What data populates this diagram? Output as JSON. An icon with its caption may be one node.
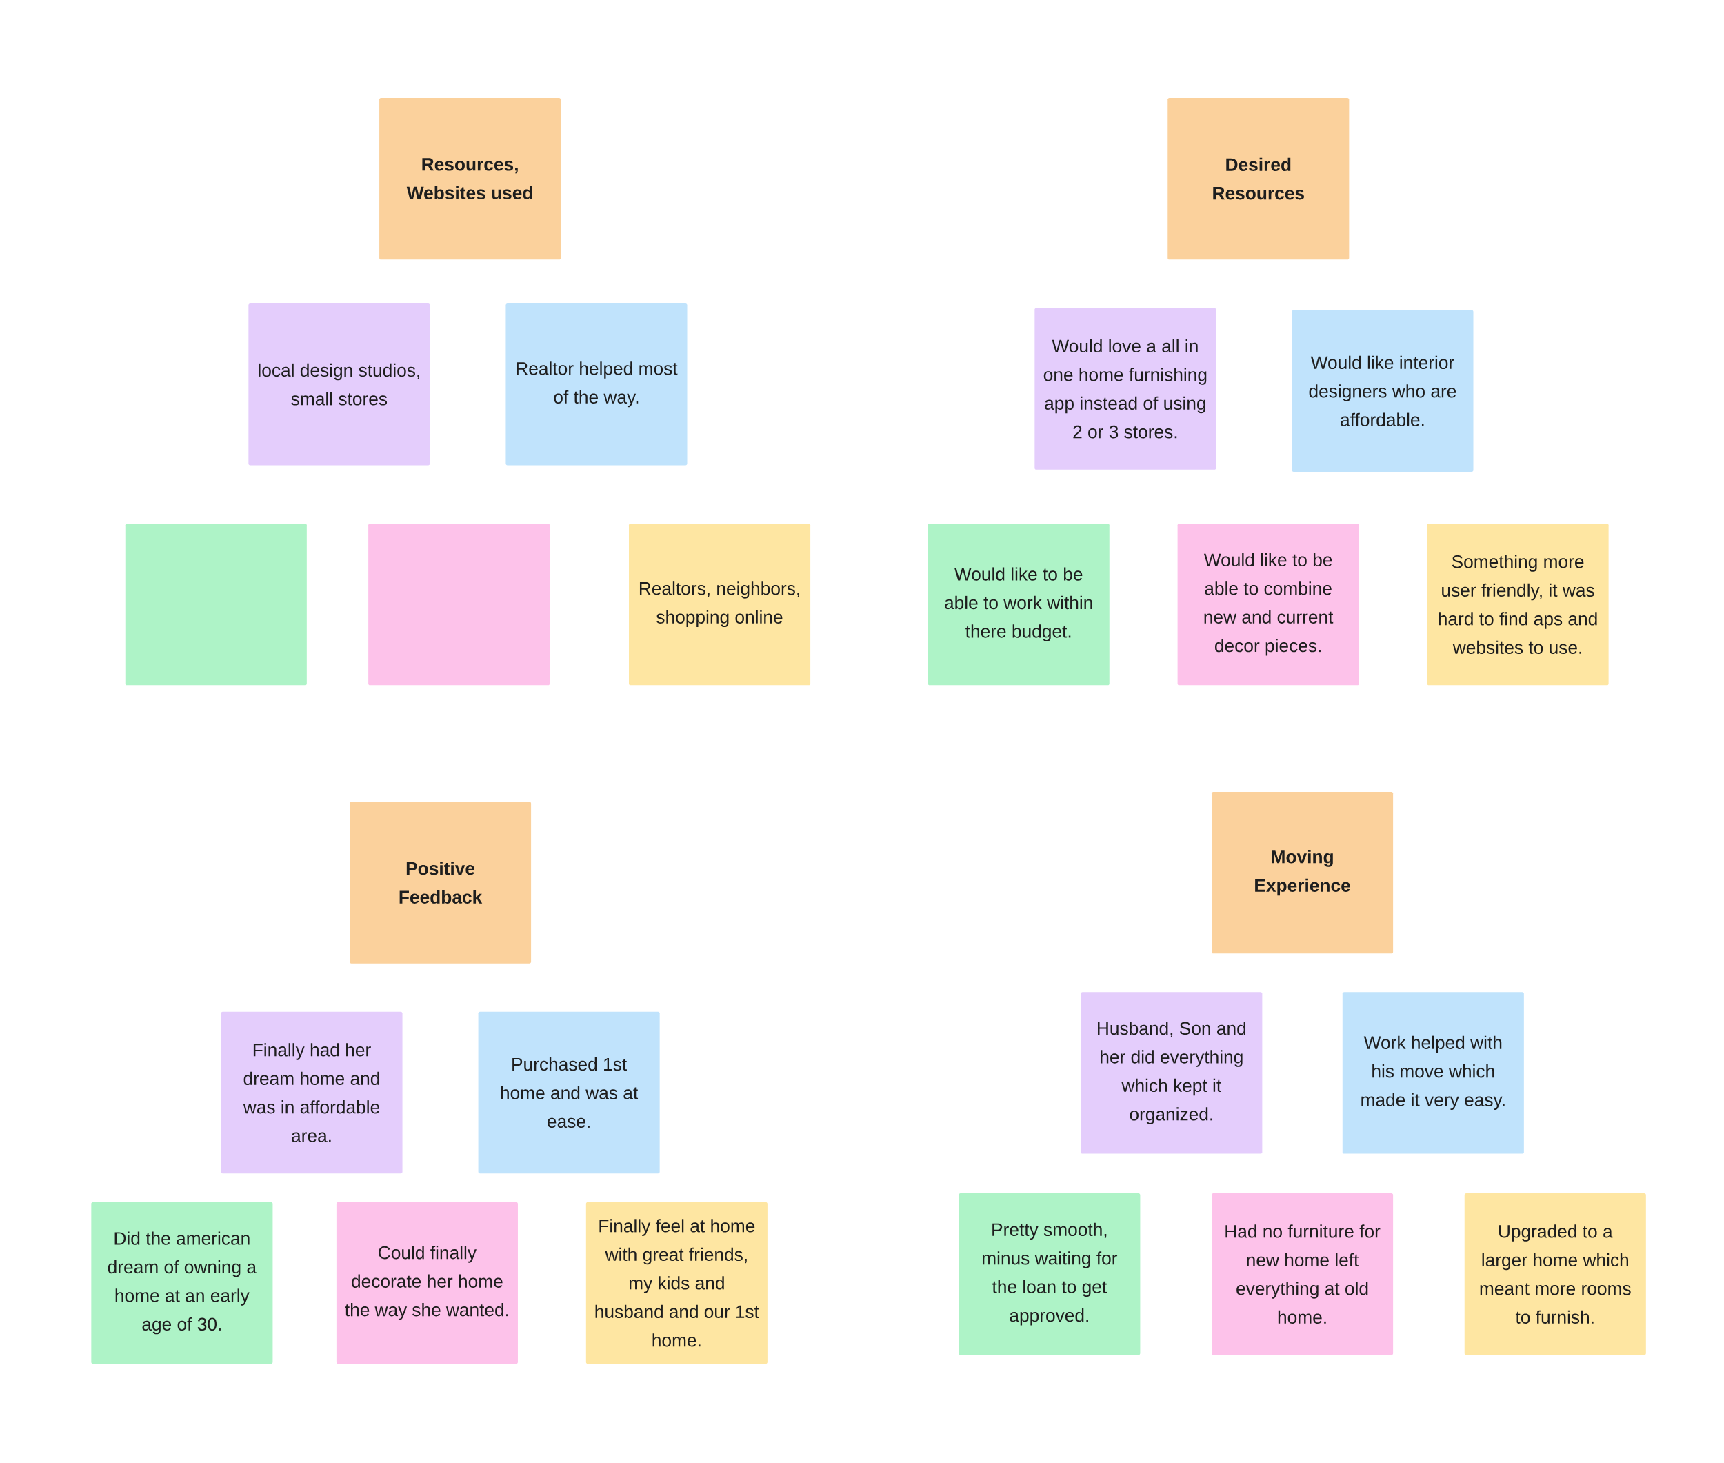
{
  "diagram": {
    "nodes": [
      {
        "text": [
          "Resources, Websites used"
        ]
      },
      {
        "text": [
          "Desired Resources"
        ]
      },
      {
        "text": [
          "local design studios, small stores"
        ]
      },
      {
        "text": [
          "Realtor helped most of the way."
        ]
      },
      {
        "text": [
          "Would love a all in one home furnishing app instead of using 2 or 3 stores."
        ]
      },
      {
        "text": [
          "Would like interior designers who are affordable."
        ]
      },
      {
        "text": [],
        "shape": "box"
      },
      {
        "text": [],
        "shape": "box"
      },
      {
        "text": [
          "Realtors, neighbors, shopping online"
        ]
      },
      {
        "text": [
          "Would like to be able to work within there budget."
        ]
      },
      {
        "text": [
          "Would like to be able to combine new and current decor pieces."
        ]
      },
      {
        "text": [
          "Something more user friendly, it was hard to find aps and websites to use."
        ]
      },
      {
        "text": [
          "Positive Feedback"
        ]
      },
      {
        "text": [
          "Moving Experience"
        ]
      },
      {
        "text": [
          "Finally had her dream home and was in affordable area."
        ]
      },
      {
        "text": [
          "Purchased 1st home and was at ease."
        ]
      },
      {
        "text": [
          "Husband, Son and her did everything which kept it organized."
        ]
      },
      {
        "text": [
          "Work helped with his move which made it very easy."
        ]
      },
      {
        "text": [
          "Did the american dream of owning a home at an early age of 30."
        ]
      },
      {
        "text": [
          "Could finally decorate her home the way she wanted."
        ]
      },
      {
        "text": [
          "Finally feel at home with great friends, my kids and husband and our 1st home."
        ]
      },
      {
        "text": [
          "Pretty smooth, minus waiting for the loan to get approved."
        ]
      },
      {
        "text": [
          "Had no furniture for new home left everything at old home."
        ]
      },
      {
        "text": [
          "Upgraded to a larger home which meant more rooms to furnish."
        ]
      }
    ]
  }
}
